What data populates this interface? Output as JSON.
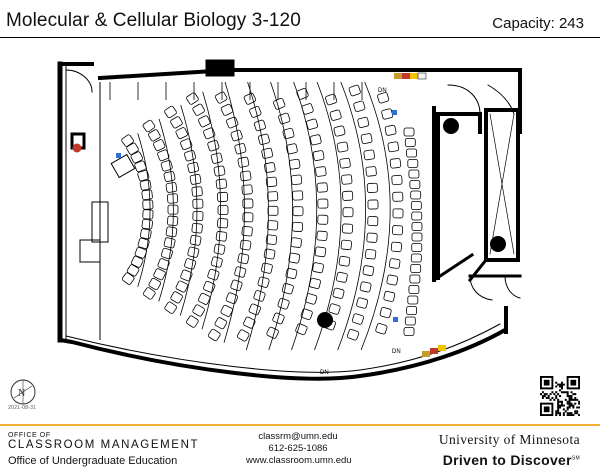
{
  "header": {
    "title": "Molecular & Cellular Biology 3-120",
    "capacity": "Capacity: 243"
  },
  "floorplan": {
    "stair_labels": [
      "DN",
      "DN",
      "DN"
    ],
    "compass_label": "N",
    "date": "2021-08-31",
    "colors": {
      "line": "#000000",
      "seat": "#ffffff",
      "accent_red": "#c0392b",
      "accent_blue": "#2f6fd6",
      "accent_yellow": "#f2c400"
    }
  },
  "footer": {
    "dept_small": "OFFICE OF",
    "dept_big": "CLASSROOM MANAGEMENT",
    "office": "Office of Undergraduate Education",
    "email": "classrm@umn.edu",
    "phone": "612-625-1086",
    "website": "www.classroom.umn.edu",
    "university": "University of Minnesota",
    "tagline": "Driven to Discover",
    "tagline_mark": "SM",
    "accent_color": "#f2b134"
  }
}
